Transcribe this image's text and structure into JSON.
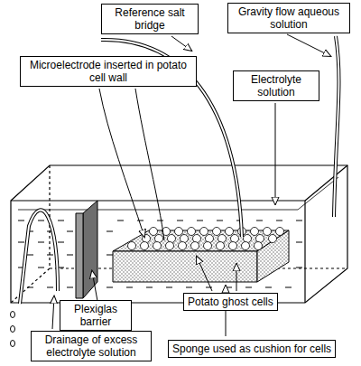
{
  "diagram": {
    "nodes": [
      {
        "text": [
          "Reference salt bridge"
        ]
      },
      {
        "text": [
          "Gravity flow aqueous solution"
        ]
      },
      {
        "text": [
          "Microelectrode inserted in potato cell wall"
        ]
      },
      {
        "text": [
          "Electrolyte solution"
        ]
      },
      {
        "text": [
          "Plexiglas barrier"
        ]
      },
      {
        "text": [
          "Potato ghost cells"
        ]
      },
      {
        "text": [
          "Drainage of excess electrolyte solution"
        ]
      },
      {
        "text": [
          "Sponge used as cushion for cells"
        ]
      }
    ]
  }
}
